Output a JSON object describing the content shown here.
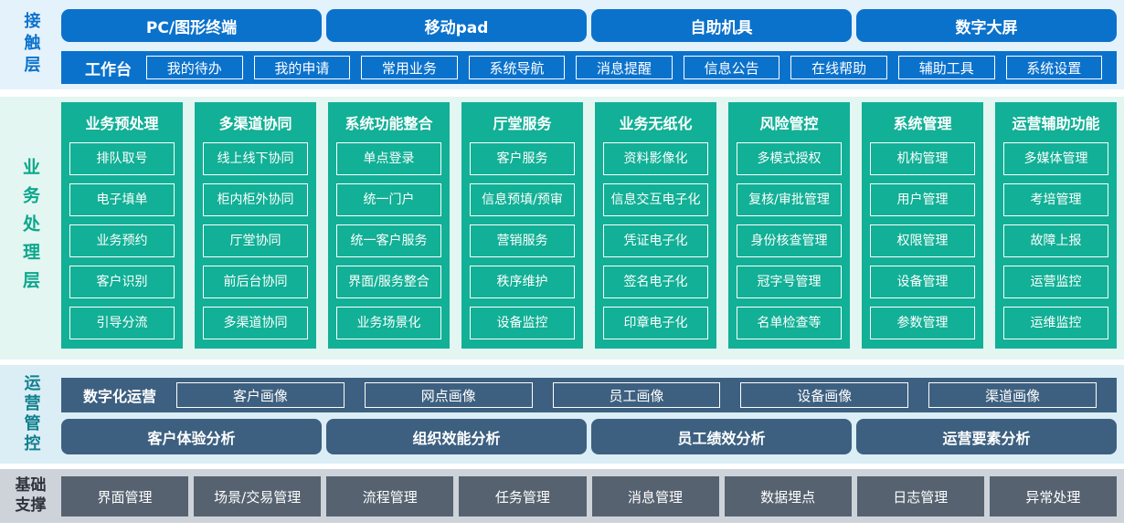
{
  "colors": {
    "brand_blue": "#0b72cc",
    "contact_band_bg": "#e4f2fc",
    "green": "#12b096",
    "business_band_bg": "#e3f6f1",
    "green_label": "#0ba78c",
    "slate_blue": "#3d6080",
    "ops_band_bg": "#dbeef6",
    "teal_label": "#117f8d",
    "slate_gray": "#566270",
    "foundation_band_bg": "#ced3da"
  },
  "contact": {
    "label": "接触层",
    "terminals": [
      "PC/图形终端",
      "移动pad",
      "自助机具",
      "数字大屏"
    ],
    "workbench": {
      "title": "工作台",
      "items": [
        "我的待办",
        "我的申请",
        "常用业务",
        "系统导航",
        "消息提醒",
        "信息公告",
        "在线帮助",
        "辅助工具",
        "系统设置"
      ]
    }
  },
  "business": {
    "label": "业务处理层",
    "columns": [
      {
        "title": "业务预处理",
        "items": [
          "排队取号",
          "电子填单",
          "业务预约",
          "客户识别",
          "引导分流"
        ]
      },
      {
        "title": "多渠道协同",
        "items": [
          "线上线下协同",
          "柜内柜外协同",
          "厅堂协同",
          "前后台协同",
          "多渠道协同"
        ]
      },
      {
        "title": "系统功能整合",
        "items": [
          "单点登录",
          "统一门户",
          "统一客户服务",
          "界面/服务整合",
          "业务场景化"
        ]
      },
      {
        "title": "厅堂服务",
        "items": [
          "客户服务",
          "信息预填/预审",
          "营销服务",
          "秩序维护",
          "设备监控"
        ]
      },
      {
        "title": "业务无纸化",
        "items": [
          "资料影像化",
          "信息交互电子化",
          "凭证电子化",
          "签名电子化",
          "印章电子化"
        ]
      },
      {
        "title": "风险管控",
        "items": [
          "多模式授权",
          "复核/审批管理",
          "身份核查管理",
          "冠字号管理",
          "名单检查等"
        ]
      },
      {
        "title": "系统管理",
        "items": [
          "机构管理",
          "用户管理",
          "权限管理",
          "设备管理",
          "参数管理"
        ]
      },
      {
        "title": "运营辅助功能",
        "items": [
          "多媒体管理",
          "考培管理",
          "故障上报",
          "运营监控",
          "运维监控"
        ]
      }
    ]
  },
  "operations": {
    "label": "运营管控",
    "digital": {
      "title": "数字化运营",
      "items": [
        "客户画像",
        "网点画像",
        "员工画像",
        "设备画像",
        "渠道画像"
      ]
    },
    "analysis": [
      "客户体验分析",
      "组织效能分析",
      "员工绩效分析",
      "运营要素分析"
    ]
  },
  "foundation": {
    "label": "基础支撑",
    "items": [
      "界面管理",
      "场景/交易管理",
      "流程管理",
      "任务管理",
      "消息管理",
      "数据埋点",
      "日志管理",
      "异常处理"
    ]
  }
}
